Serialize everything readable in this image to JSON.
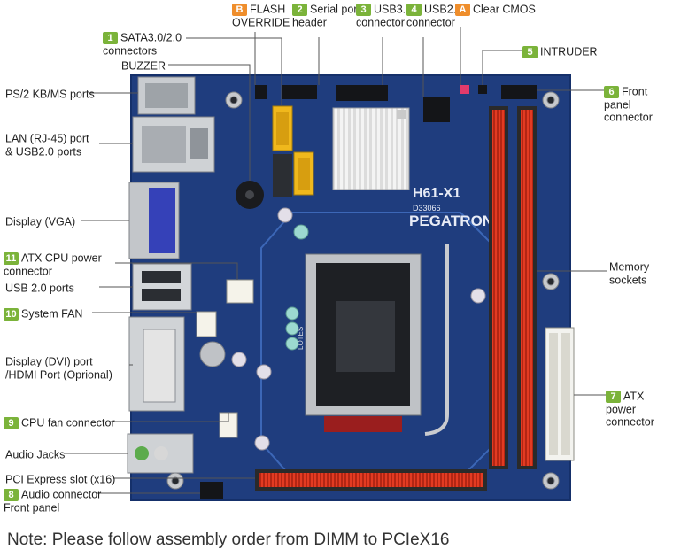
{
  "colors": {
    "board": "#1f3d7e",
    "board_dark": "#17316a",
    "badge_green": "#7bb33a",
    "badge_orange": "#ef8e2c",
    "dimm_red": "#e23b22",
    "pcie_red": "#e23b22",
    "sata_yellow": "#f0b81c",
    "leader_line": "#555555"
  },
  "board_print": {
    "brand": "PEGATRON",
    "model": "H61-X1",
    "code": "D33066",
    "socket_text": "LOTES"
  },
  "labels": [
    {
      "id": "ps2",
      "text": "PS/2 KB/MS ports",
      "badge": null,
      "badge_color": null
    },
    {
      "id": "lan",
      "text": "LAN (RJ-45) port\n& USB2.0 ports",
      "badge": null,
      "badge_color": null
    },
    {
      "id": "vga",
      "text": "Display (VGA)",
      "badge": null,
      "badge_color": null
    },
    {
      "id": "cpu_power",
      "text": "ATX CPU power\nconnector",
      "badge": "11",
      "badge_color": "green"
    },
    {
      "id": "usb20",
      "text": "USB 2.0 ports",
      "badge": null,
      "badge_color": null
    },
    {
      "id": "sys_fan",
      "text": "System FAN",
      "badge": "10",
      "badge_color": "green"
    },
    {
      "id": "dvi",
      "text": "Display (DVI) port\n/HDMI Port (Oprional)",
      "badge": null,
      "badge_color": null
    },
    {
      "id": "cpu_fan",
      "text": "CPU fan connector",
      "badge": "9",
      "badge_color": "green"
    },
    {
      "id": "audio_jacks",
      "text": "Audio Jacks",
      "badge": null,
      "badge_color": null
    },
    {
      "id": "pcie",
      "text": "PCI Express slot (x16)",
      "badge": null,
      "badge_color": null
    },
    {
      "id": "audio_front",
      "text": "Audio connector\nFront panel",
      "badge": "8",
      "badge_color": "green"
    },
    {
      "id": "sata",
      "text": "SATA3.0/2.0\nconnectors",
      "badge": "1",
      "badge_color": "green"
    },
    {
      "id": "buzzer",
      "text": "BUZZER",
      "badge": null,
      "badge_color": null
    },
    {
      "id": "flash",
      "text": "FLASH\nOVERRIDE",
      "badge": "B",
      "badge_color": "orange"
    },
    {
      "id": "serial",
      "text": "Serial port\nheader",
      "badge": "2",
      "badge_color": "green"
    },
    {
      "id": "usb30",
      "text": "USB3.0\nconnector",
      "badge": "3",
      "badge_color": "green"
    },
    {
      "id": "usb20_hdr",
      "text": "USB2.0\nconnector",
      "badge": "4",
      "badge_color": "green"
    },
    {
      "id": "clear_cmos",
      "text": "Clear CMOS",
      "badge": "A",
      "badge_color": "orange"
    },
    {
      "id": "intruder",
      "text": "INTRUDER",
      "badge": "5",
      "badge_color": "green"
    },
    {
      "id": "front_panel",
      "text": "Front panel\nconnector",
      "badge": "6",
      "badge_color": "green"
    },
    {
      "id": "memory",
      "text": "Memory\nsockets",
      "badge": null,
      "badge_color": null
    },
    {
      "id": "atx_power",
      "text": "ATX power\nconnector",
      "badge": "7",
      "badge_color": "green"
    }
  ],
  "note": "Note: Please follow assembly order from DIMM to PCIeX16"
}
